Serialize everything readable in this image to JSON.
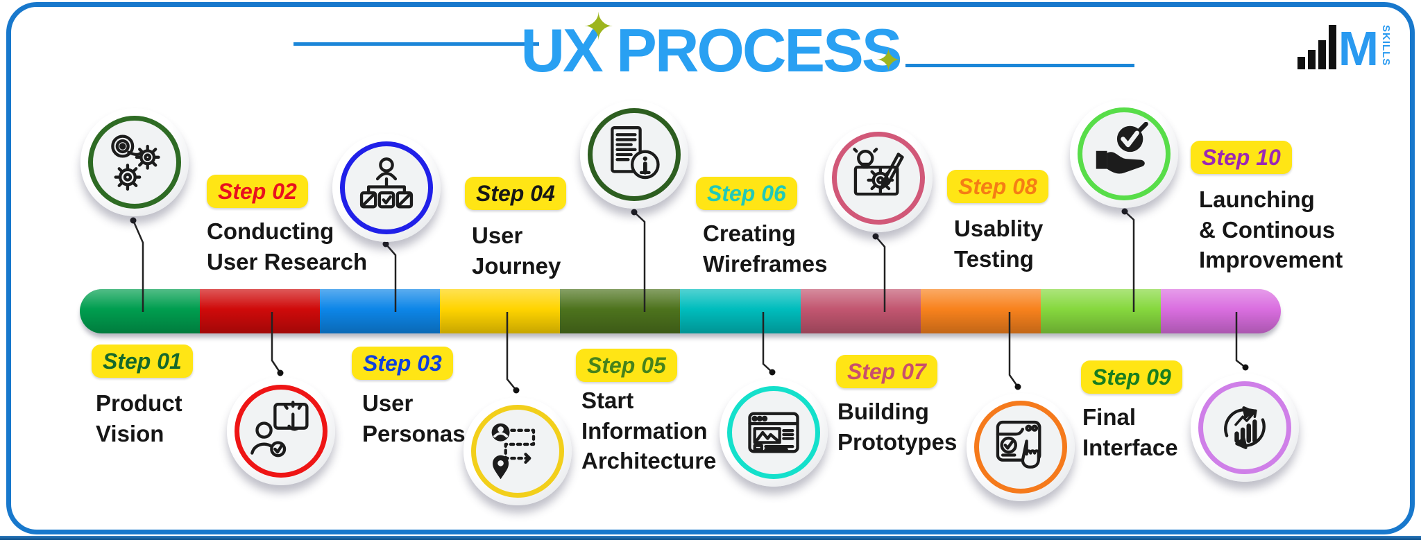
{
  "title": "UX PROCESS",
  "decorations": {
    "sparkle": "✦"
  },
  "logo": {
    "m": "M",
    "skills": "SKILLS"
  },
  "badge_bg": "#ffe515",
  "frame_color": "#1878cc",
  "title_color": "#29a0f2",
  "steps": [
    {
      "id": "01",
      "label": "Step 01",
      "color": "#15682c",
      "ring": "#2e6b24",
      "segment": "#009e4f",
      "lines": [
        "Product",
        "Vision"
      ],
      "icon": "product-vision"
    },
    {
      "id": "02",
      "label": "Step 02",
      "color": "#e8101f",
      "ring": "#ee1515",
      "segment": "#cf0a0a",
      "lines": [
        "Conducting",
        "User Research"
      ],
      "icon": "user-research"
    },
    {
      "id": "03",
      "label": "Step 03",
      "color": "#1040dd",
      "ring": "#2020e8",
      "segment": "#0d86e8",
      "lines": [
        "User",
        "Personas"
      ],
      "icon": "user-personas"
    },
    {
      "id": "04",
      "label": "Step 04",
      "color": "#171717",
      "ring": "#f2cf1b",
      "segment": "#ffd400",
      "lines": [
        "User",
        "Journey"
      ],
      "icon": "user-journey"
    },
    {
      "id": "05",
      "label": "Step 05",
      "color": "#46821c",
      "ring": "#2d5e20",
      "segment": "#4d731d",
      "lines": [
        "Start",
        "Information",
        "Architecture"
      ],
      "icon": "information-architecture"
    },
    {
      "id": "06",
      "label": "Step 06",
      "color": "#21c9b9",
      "ring": "#14e0cb",
      "segment": "#00bdbd",
      "lines": [
        "Creating",
        "Wireframes"
      ],
      "icon": "wireframes"
    },
    {
      "id": "07",
      "label": "Step 07",
      "color": "#c94f6b",
      "ring": "#d15878",
      "segment": "#c25670",
      "lines": [
        "Building",
        "Prototypes"
      ],
      "icon": "prototypes"
    },
    {
      "id": "08",
      "label": "Step 08",
      "color": "#f57d15",
      "ring": "#f57a1c",
      "segment": "#f8821d",
      "lines": [
        "Usablity",
        "Testing"
      ],
      "icon": "usability-testing"
    },
    {
      "id": "09",
      "label": "Step 09",
      "color": "#177d20",
      "ring": "#58dd49",
      "segment": "#86d83e",
      "lines": [
        "Final",
        "Interface"
      ],
      "icon": "final-interface"
    },
    {
      "id": "10",
      "label": "Step 10",
      "color": "#9b27b5",
      "ring": "#cf7fe8",
      "segment": "#da6ee0",
      "lines": [
        "Launching",
        "& Continous",
        "Improvement"
      ],
      "icon": "improvement-cycle"
    }
  ]
}
